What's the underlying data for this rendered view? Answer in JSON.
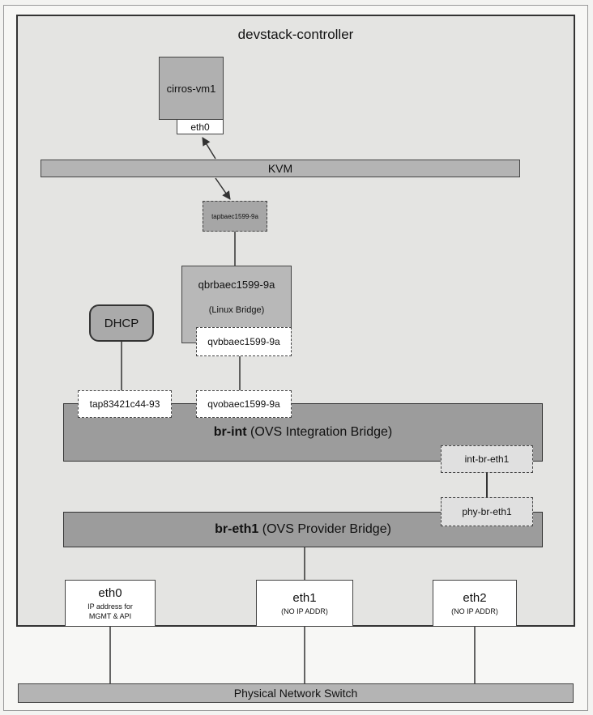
{
  "title": "devstack-controller",
  "vm": {
    "name": "cirros-vm1",
    "port": "eth0"
  },
  "kvm_label": "KVM",
  "tap_vm": "tapbaec1599-9a",
  "linux_bridge": {
    "name": "qbrbaec1599-9a",
    "subtitle": "(Linux Bridge)",
    "port": "qvbbaec1599-9a"
  },
  "dhcp_label": "DHCP",
  "br_int": {
    "name": "br-int",
    "desc": " (OVS Integration Bridge)",
    "dhcp_port": "tap83421c44-93",
    "qvo_port": "qvobaec1599-9a",
    "patch_port": "int-br-eth1"
  },
  "br_eth1": {
    "name": "br-eth1",
    "desc": " (OVS Provider Bridge)",
    "patch_port": "phy-br-eth1"
  },
  "nics": [
    {
      "name": "eth0",
      "line1": "IP address for",
      "line2": "MGMT & API"
    },
    {
      "name": "eth1",
      "line1": "(NO IP ADDR)"
    },
    {
      "name": "eth2",
      "line1": "(NO IP ADDR)"
    }
  ],
  "switch_label": "Physical Network Switch",
  "colors": {
    "bridge": "#9c9c9c",
    "light": "#b4b4b4",
    "border": "#333333"
  }
}
